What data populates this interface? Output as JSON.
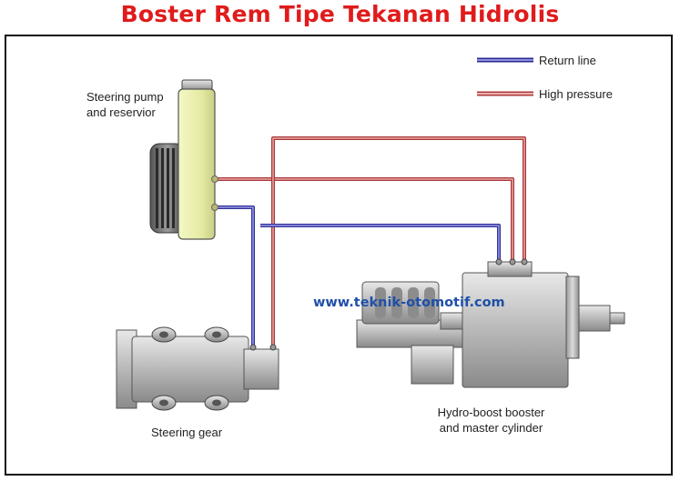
{
  "title": "Boster Rem Tipe Tekanan Hidrolis",
  "legend": {
    "return_line": "Return line",
    "high_pressure": "High pressure",
    "return_color": "#3a3aa8",
    "high_color": "#c24a4a"
  },
  "labels": {
    "steering_pump_line1": "Steering pump",
    "steering_pump_line2": "and reservior",
    "steering_gear": "Steering gear",
    "hydro_boost_line1": "Hydro-boost booster",
    "hydro_boost_line2": "and master cylinder"
  },
  "watermark": "www.teknik-otomotif.com"
}
